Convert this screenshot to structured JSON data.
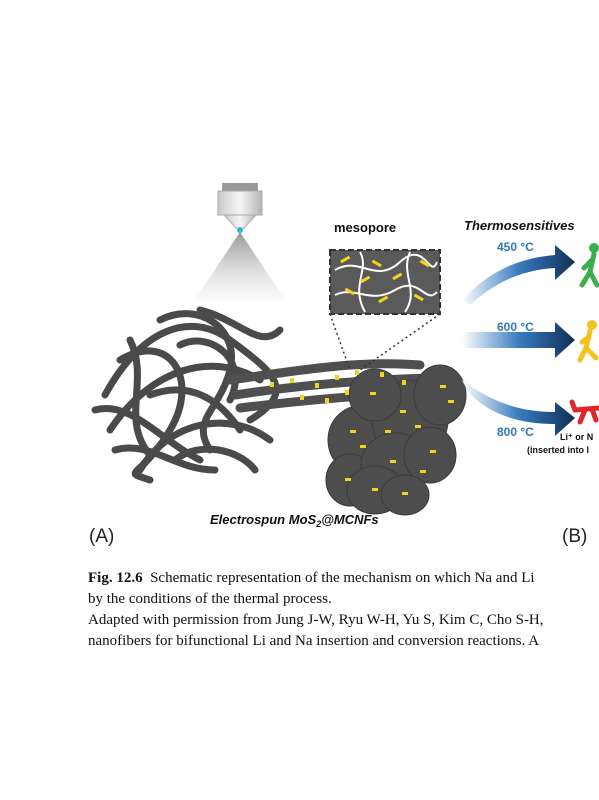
{
  "figure": {
    "panel_a_label": "(A)",
    "panel_b_label": "(B)",
    "mesopore_label": "mesopore",
    "thermosensitives_label": "Thermosensitives",
    "temp_450": "450 °C",
    "temp_600": "600 °C",
    "temp_800": "800 °C",
    "ion_label": "Li⁺ or N",
    "inserted_label": "(inserted into I",
    "electrospun_prefix": "Electrospun MoS",
    "electrospun_sub": "2",
    "electrospun_suffix": "@MCNFs",
    "colors": {
      "fiber": "#4a4a4a",
      "moS2": "#f2d21b",
      "arrow": "#0f2f56",
      "temp_text": "#2f77b5",
      "figure_450": "#3bb04a",
      "figure_600": "#f4c21a",
      "figure_800": "#e0262b"
    }
  },
  "caption": {
    "fig_number": "Fig. 12.6",
    "line1": "Schematic representation of the mechanism on which Na and Li",
    "line2": "by the conditions of the thermal process."
  },
  "credit": {
    "line1": "Adapted with permission from Jung J-W, Ryu W-H, Yu S, Kim C, Cho S-H,",
    "line2": "nanofibers for bifunctional Li and Na insertion and conversion reactions. A"
  }
}
